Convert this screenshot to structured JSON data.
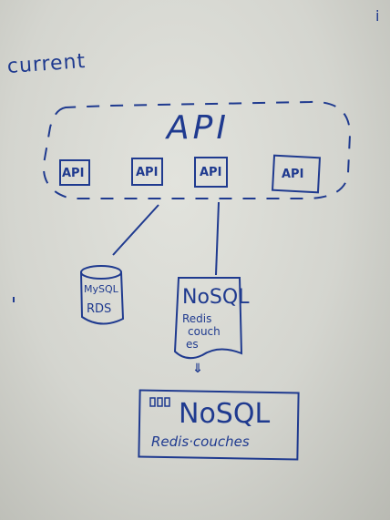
{
  "diagram": {
    "title": "current",
    "corner_mark": "i",
    "api_group": {
      "label": "API",
      "nodes": [
        "API",
        "API",
        "API",
        "API"
      ]
    },
    "mysql": {
      "line1": "MySQL",
      "line2": "RDS"
    },
    "nosql": {
      "label": "NoSQL",
      "line1": "Redis",
      "line2": "couch",
      "line3": "es"
    },
    "arrow": "⇓",
    "nosql_cluster": {
      "label": "NoSQL",
      "sublabel": "Redis·couches"
    },
    "colors": {
      "ink": "#1f3a8f",
      "board": "#d4d5cf"
    }
  }
}
